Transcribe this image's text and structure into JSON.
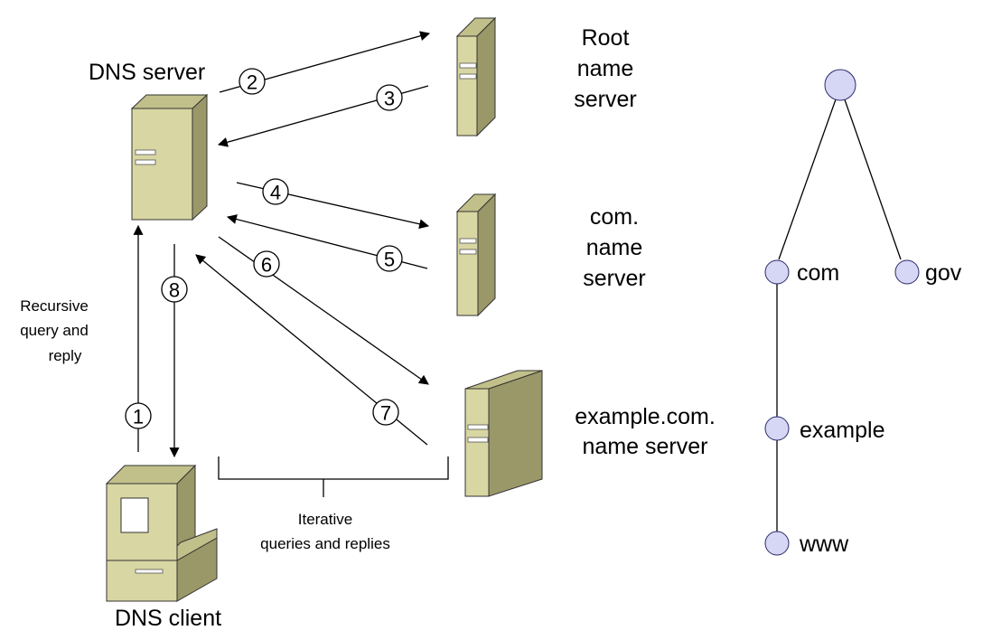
{
  "labels": {
    "dns_server": "DNS server",
    "root_name": "Root",
    "root_line2": "name",
    "root_line3": "server",
    "com_line1": "com.",
    "com_line2": "name",
    "com_line3": "server",
    "example_line1": "example.com.",
    "example_line2": "name server",
    "dns_client": "DNS client",
    "recursive_line1": "Recursive",
    "recursive_line2": "query and",
    "recursive_line3": "reply",
    "iterative_line1": "Iterative",
    "iterative_line2": "queries and replies"
  },
  "steps": [
    "①",
    "②",
    "③",
    "④",
    "⑤",
    "⑥",
    "⑦",
    "⑧"
  ],
  "tree": {
    "com": "com",
    "gov": "gov",
    "example": "example",
    "www": "www"
  },
  "colors": {
    "tree_node": "#d6d6f5",
    "server_front": "#d8d6a2",
    "server_side": "#9a9868"
  }
}
